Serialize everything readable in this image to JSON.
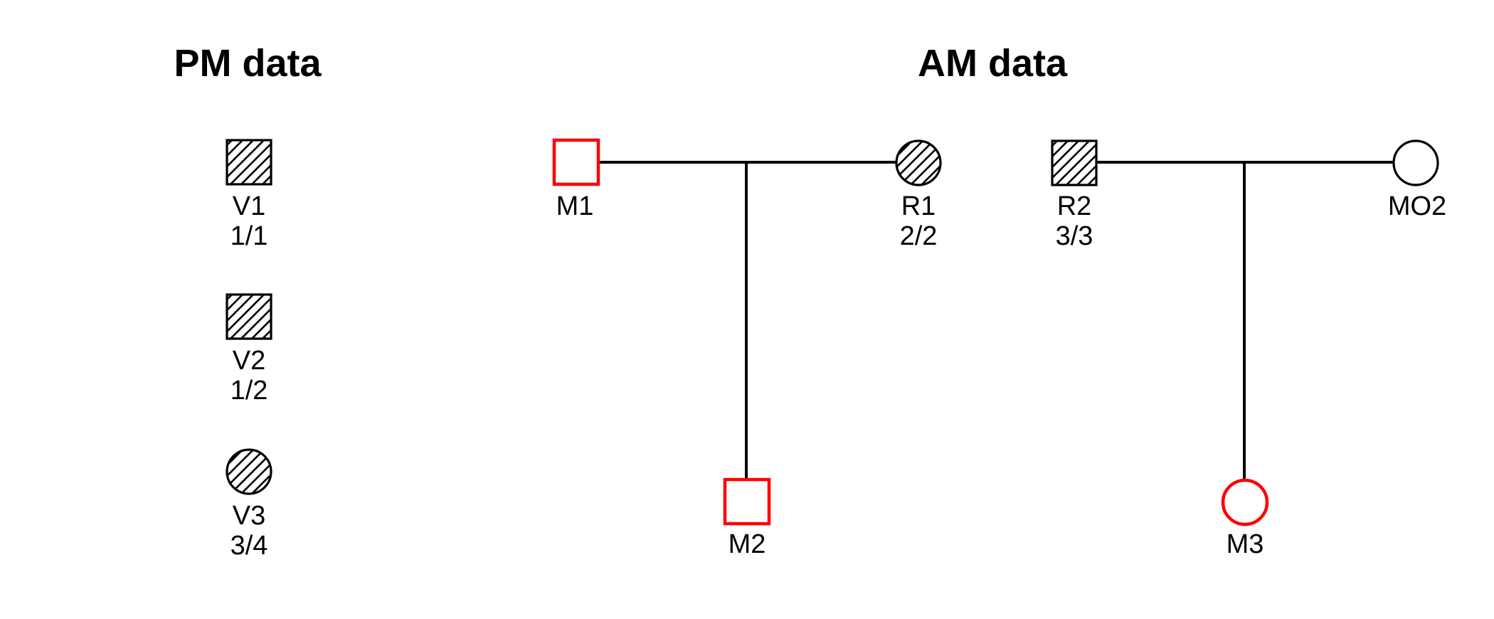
{
  "plot": {
    "type": "pedigree-comparison",
    "background": "#ffffff"
  },
  "colors": {
    "highlight_red": "#ff0000",
    "symbol_black": "#000000",
    "line_black": "#000000"
  },
  "pm_section": {
    "title": "PM data",
    "individuals": [
      {
        "id": "V1",
        "genotype": "1/1",
        "sex_shape": "square",
        "fill": "hatched",
        "outline": "black"
      },
      {
        "id": "V2",
        "genotype": "1/2",
        "sex_shape": "square",
        "fill": "hatched",
        "outline": "black"
      },
      {
        "id": "V3",
        "genotype": "3/4",
        "sex_shape": "circle",
        "fill": "hatched",
        "outline": "black"
      }
    ]
  },
  "am_section": {
    "title": "AM data",
    "families": [
      {
        "father": {
          "id": "M1",
          "sex_shape": "square",
          "fill": "none",
          "outline": "red"
        },
        "mother": {
          "id": "R1",
          "genotype": "2/2",
          "sex_shape": "circle",
          "fill": "hatched",
          "outline": "black"
        },
        "child": {
          "id": "M2",
          "sex_shape": "square",
          "fill": "none",
          "outline": "red"
        }
      },
      {
        "father": {
          "id": "R2",
          "genotype": "3/3",
          "sex_shape": "square",
          "fill": "hatched",
          "outline": "black"
        },
        "mother": {
          "id": "MO2",
          "sex_shape": "circle",
          "fill": "white",
          "outline": "black"
        },
        "child": {
          "id": "M3",
          "sex_shape": "circle",
          "fill": "none",
          "outline": "red"
        }
      }
    ]
  }
}
